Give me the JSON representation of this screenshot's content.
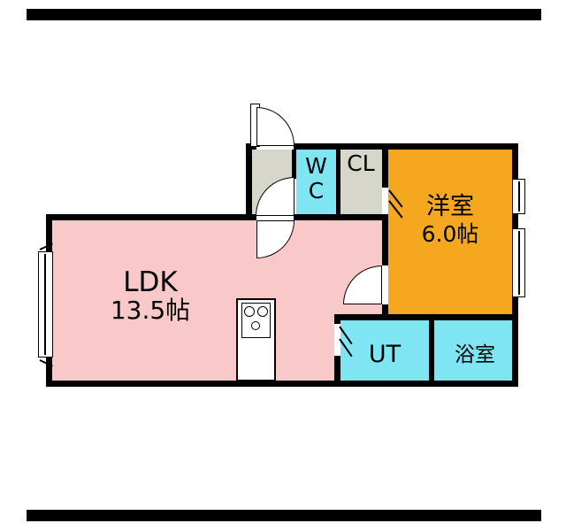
{
  "plan": {
    "rooms": {
      "ldk": {
        "label": "LDK",
        "size": "13.5帖"
      },
      "western": {
        "label": "洋室",
        "size": "6.0帖"
      },
      "wc": {
        "label": "W\nC"
      },
      "cl": {
        "label": "CL"
      },
      "ut": {
        "label": "UT"
      },
      "bath": {
        "label": "浴室"
      }
    },
    "colors": {
      "ldk": "#f9c9c9",
      "western": "#f4a71f",
      "water": "#7fe5f2",
      "hall": "#d7d6ca",
      "wall": "#000000"
    }
  }
}
